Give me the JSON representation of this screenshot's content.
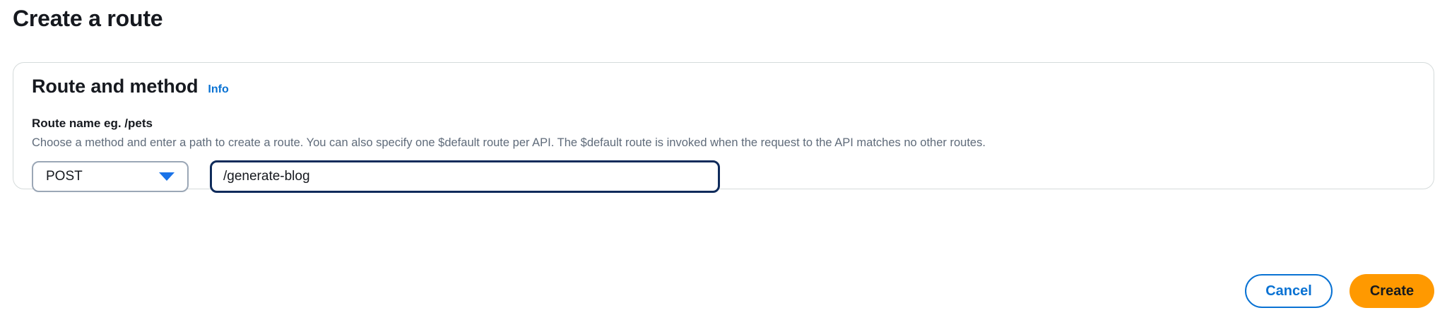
{
  "page": {
    "title": "Create a route"
  },
  "card": {
    "section_title": "Route and method",
    "info_label": "Info",
    "field": {
      "label": "Route name eg. /pets",
      "description": "Choose a method and enter a path to create a route. You can also specify one $default route per API. The $default route is invoked when the request to the API matches no other routes.",
      "method_select": {
        "value": "POST",
        "arrow_icon": "triangle-down-icon"
      },
      "path_input": {
        "value": "/generate-blog",
        "placeholder": ""
      }
    }
  },
  "footer": {
    "cancel_label": "Cancel",
    "create_label": "Create"
  },
  "colors": {
    "link_blue": "#0972d3",
    "arrow_blue": "#1a73e8",
    "input_focus_border": "#0f2b5b",
    "create_orange": "#ff9900",
    "card_border": "#d5dbdb",
    "text_dark": "#16191f",
    "text_muted": "#5f6b7a"
  }
}
